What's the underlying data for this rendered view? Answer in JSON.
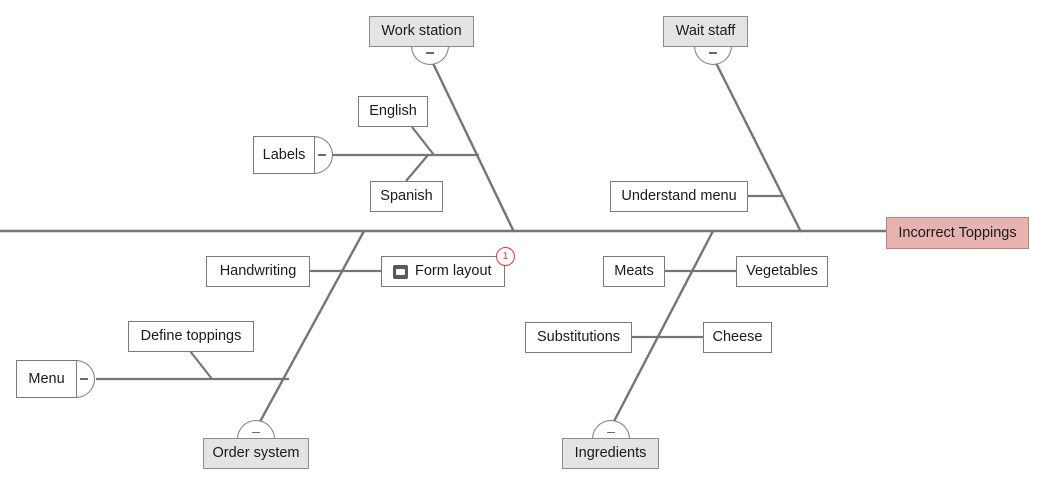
{
  "diagram": {
    "type": "fishbone-ishikawa",
    "head": {
      "label": "Incorrect Toppings",
      "fill": "#e7b2b2",
      "border": "#c27f7f"
    },
    "spine_color": "#757575",
    "category_fill": "#e4e4e4",
    "badge_color": "#e03b3b"
  },
  "categories": [
    {
      "id": "work-station",
      "label": "Work station",
      "position": "top-left",
      "handle": "below"
    },
    {
      "id": "wait-staff",
      "label": "Wait staff",
      "position": "top-right",
      "handle": "below"
    },
    {
      "id": "order-system",
      "label": "Order system",
      "position": "bottom-left",
      "handle": "above"
    },
    {
      "id": "ingredients",
      "label": "Ingredients",
      "position": "bottom-right",
      "handle": "above"
    }
  ],
  "causes": {
    "labels": {
      "label": "Labels",
      "handle": "right"
    },
    "english": {
      "label": "English"
    },
    "spanish": {
      "label": "Spanish"
    },
    "understand_menu": {
      "label": "Understand menu"
    },
    "handwriting": {
      "label": "Handwriting"
    },
    "form_layout": {
      "label": "Form layout",
      "icon": "note-icon",
      "badge": "1"
    },
    "define_toppings": {
      "label": "Define toppings"
    },
    "menu": {
      "label": "Menu",
      "handle": "right"
    },
    "meats": {
      "label": "Meats"
    },
    "vegetables": {
      "label": "Vegetables"
    },
    "substitutions": {
      "label": "Substitutions"
    },
    "cheese": {
      "label": "Cheese"
    }
  }
}
